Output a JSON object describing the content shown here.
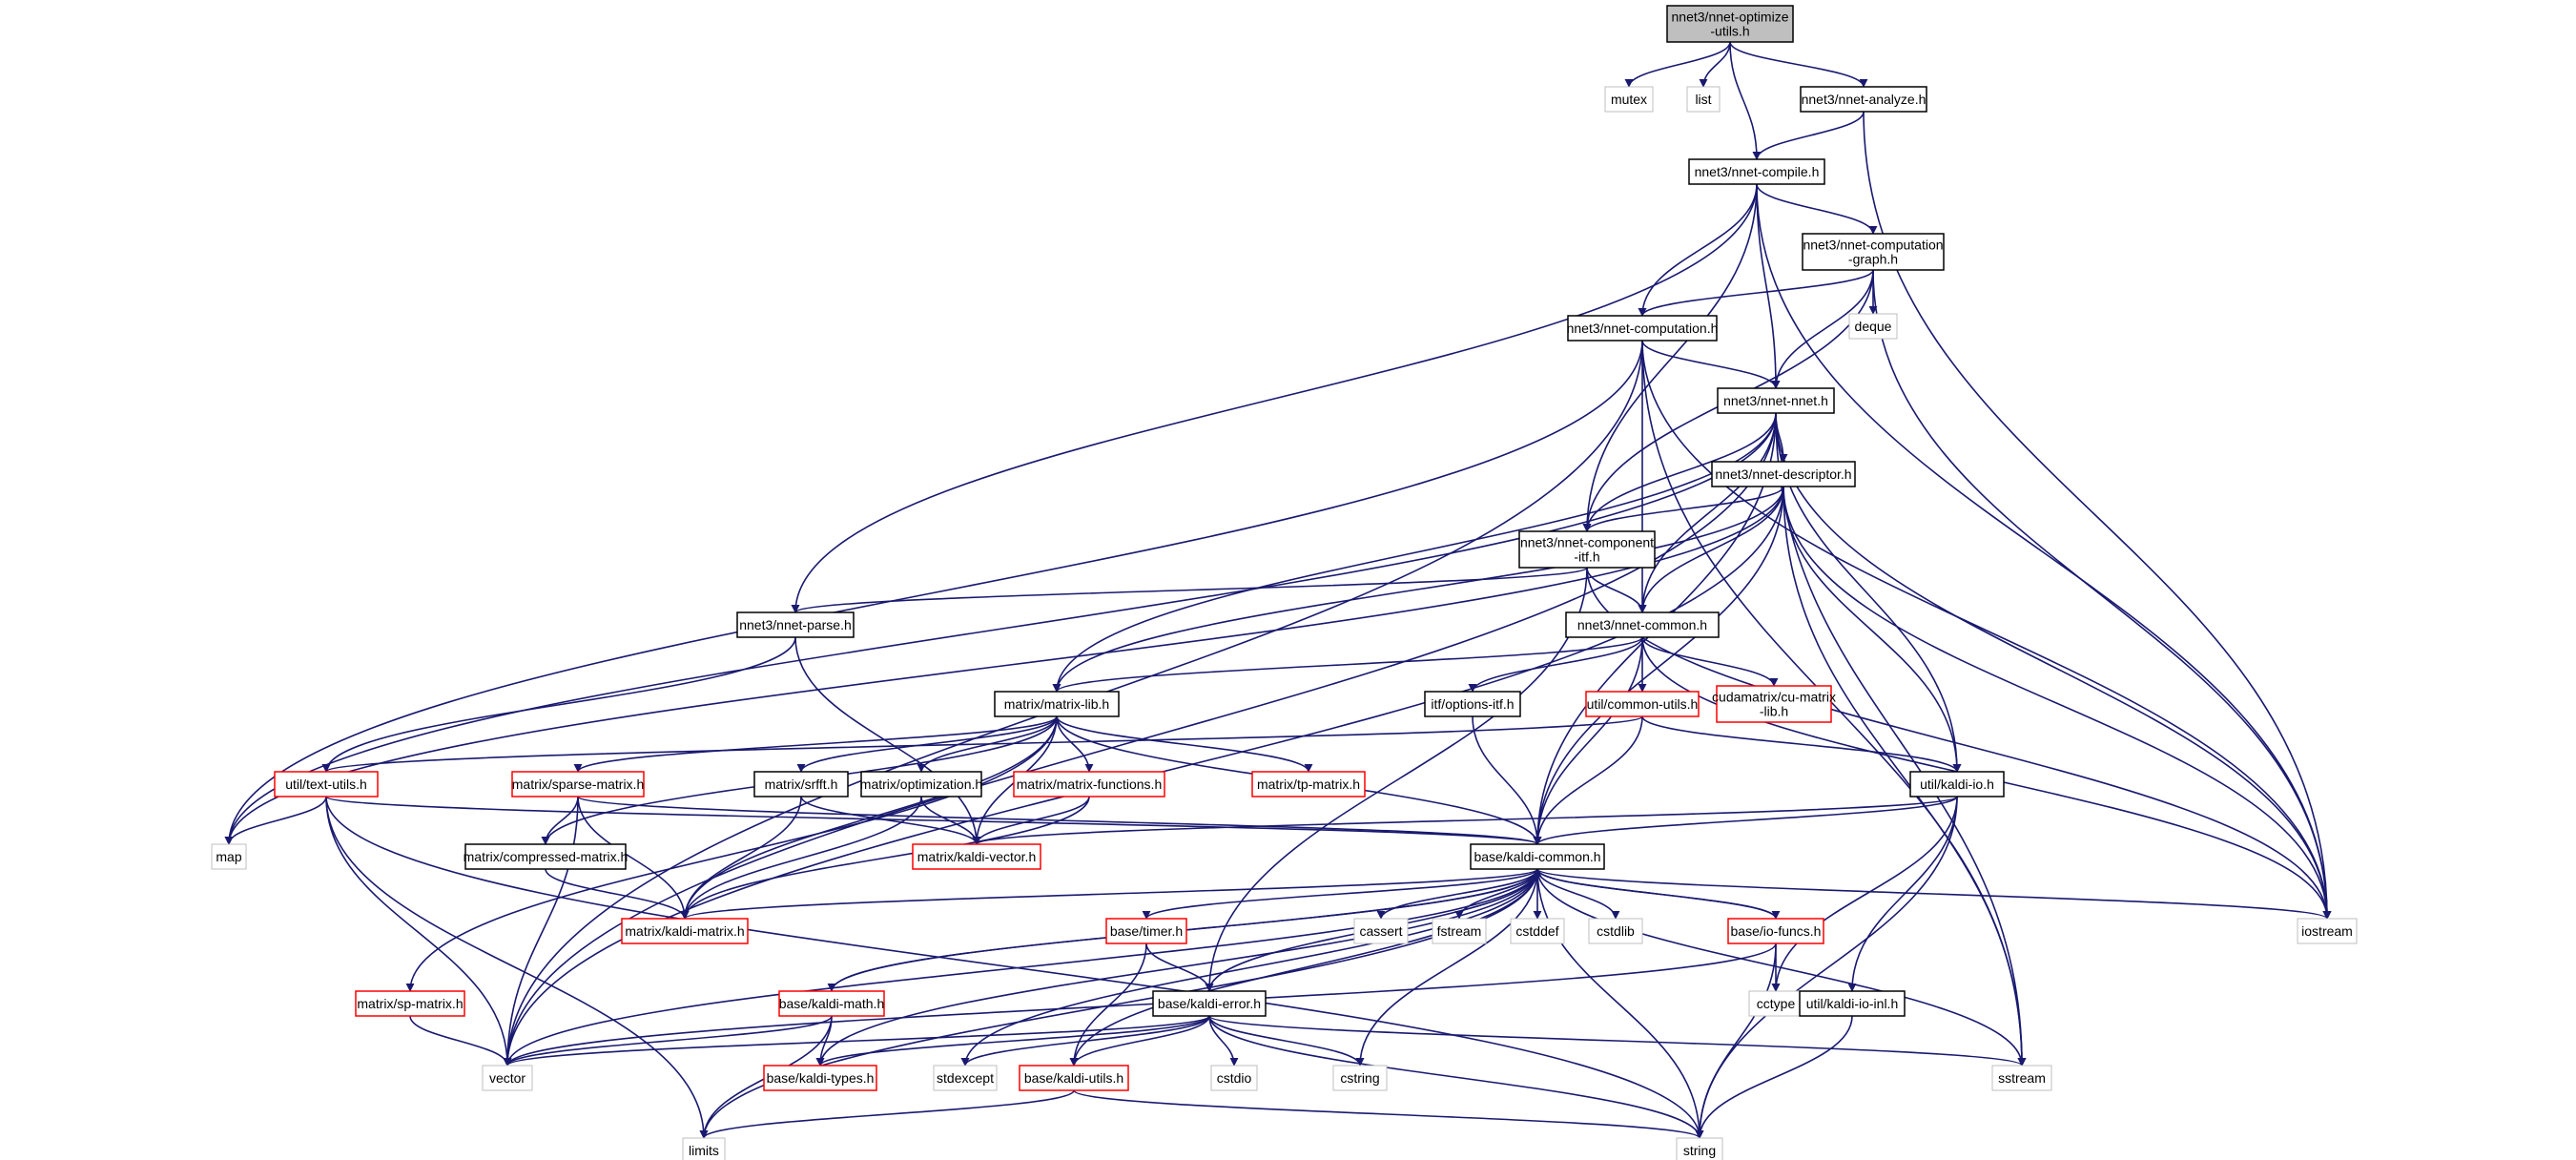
{
  "colors": {
    "edge": "#191970",
    "node_border_normal": "#000000",
    "node_border_truncated": "#ff0000",
    "node_border_external": "#bfbfbf",
    "root_fill": "#bfbfbf",
    "node_fill": "#ffffff"
  },
  "nodes": [
    {
      "id": "root",
      "lines": [
        "nnet3/nnet-optimize",
        "-utils.h"
      ],
      "kind": "root"
    },
    {
      "id": "mutex",
      "lines": [
        "mutex"
      ],
      "kind": "external"
    },
    {
      "id": "list",
      "lines": [
        "list"
      ],
      "kind": "external"
    },
    {
      "id": "analyze",
      "lines": [
        "nnet3/nnet-analyze.h"
      ],
      "kind": "normal"
    },
    {
      "id": "compile",
      "lines": [
        "nnet3/nnet-compile.h"
      ],
      "kind": "normal"
    },
    {
      "id": "compgraph",
      "lines": [
        "nnet3/nnet-computation",
        "-graph.h"
      ],
      "kind": "normal"
    },
    {
      "id": "deque",
      "lines": [
        "deque"
      ],
      "kind": "external"
    },
    {
      "id": "computation",
      "lines": [
        "nnet3/nnet-computation.h"
      ],
      "kind": "normal"
    },
    {
      "id": "nnet",
      "lines": [
        "nnet3/nnet-nnet.h"
      ],
      "kind": "normal"
    },
    {
      "id": "descriptor",
      "lines": [
        "nnet3/nnet-descriptor.h"
      ],
      "kind": "normal"
    },
    {
      "id": "compitf",
      "lines": [
        "nnet3/nnet-component",
        "-itf.h"
      ],
      "kind": "normal"
    },
    {
      "id": "parse",
      "lines": [
        "nnet3/nnet-parse.h"
      ],
      "kind": "normal"
    },
    {
      "id": "common",
      "lines": [
        "nnet3/nnet-common.h"
      ],
      "kind": "normal"
    },
    {
      "id": "matrixlib",
      "lines": [
        "matrix/matrix-lib.h"
      ],
      "kind": "normal"
    },
    {
      "id": "optionsitf",
      "lines": [
        "itf/options-itf.h"
      ],
      "kind": "normal"
    },
    {
      "id": "commonutils",
      "lines": [
        "util/common-utils.h"
      ],
      "kind": "truncated"
    },
    {
      "id": "cumatrixlib",
      "lines": [
        "cudamatrix/cu-matrix",
        "-lib.h"
      ],
      "kind": "truncated"
    },
    {
      "id": "textutils",
      "lines": [
        "util/text-utils.h"
      ],
      "kind": "truncated"
    },
    {
      "id": "sparsematrix",
      "lines": [
        "matrix/sparse-matrix.h"
      ],
      "kind": "truncated"
    },
    {
      "id": "srfft",
      "lines": [
        "matrix/srfft.h"
      ],
      "kind": "normal"
    },
    {
      "id": "optimization",
      "lines": [
        "matrix/optimization.h"
      ],
      "kind": "normal"
    },
    {
      "id": "matfunctions",
      "lines": [
        "matrix/matrix-functions.h"
      ],
      "kind": "truncated"
    },
    {
      "id": "tpmatrix",
      "lines": [
        "matrix/tp-matrix.h"
      ],
      "kind": "truncated"
    },
    {
      "id": "kaldiio",
      "lines": [
        "util/kaldi-io.h"
      ],
      "kind": "normal"
    },
    {
      "id": "map",
      "lines": [
        "map"
      ],
      "kind": "external"
    },
    {
      "id": "compressed",
      "lines": [
        "matrix/compressed-matrix.h"
      ],
      "kind": "normal"
    },
    {
      "id": "kaldivector",
      "lines": [
        "matrix/kaldi-vector.h"
      ],
      "kind": "truncated"
    },
    {
      "id": "kaldicommon",
      "lines": [
        "base/kaldi-common.h"
      ],
      "kind": "normal"
    },
    {
      "id": "kaldimatrix",
      "lines": [
        "matrix/kaldi-matrix.h"
      ],
      "kind": "truncated"
    },
    {
      "id": "iostream",
      "lines": [
        "iostream"
      ],
      "kind": "external"
    },
    {
      "id": "timer",
      "lines": [
        "base/timer.h"
      ],
      "kind": "truncated"
    },
    {
      "id": "cassert",
      "lines": [
        "cassert"
      ],
      "kind": "external"
    },
    {
      "id": "fstream",
      "lines": [
        "fstream"
      ],
      "kind": "external"
    },
    {
      "id": "cstddef",
      "lines": [
        "cstddef"
      ],
      "kind": "external"
    },
    {
      "id": "cstdlib",
      "lines": [
        "cstdlib"
      ],
      "kind": "external"
    },
    {
      "id": "iofuncs",
      "lines": [
        "base/io-funcs.h"
      ],
      "kind": "truncated"
    },
    {
      "id": "spmatrix",
      "lines": [
        "matrix/sp-matrix.h"
      ],
      "kind": "truncated"
    },
    {
      "id": "kaldimath",
      "lines": [
        "base/kaldi-math.h"
      ],
      "kind": "truncated"
    },
    {
      "id": "kaldierror",
      "lines": [
        "base/kaldi-error.h"
      ],
      "kind": "normal"
    },
    {
      "id": "cctype",
      "lines": [
        "cctype"
      ],
      "kind": "external"
    },
    {
      "id": "kaldiioinl",
      "lines": [
        "util/kaldi-io-inl.h"
      ],
      "kind": "normal"
    },
    {
      "id": "vector",
      "lines": [
        "vector"
      ],
      "kind": "external"
    },
    {
      "id": "kalditypes",
      "lines": [
        "base/kaldi-types.h"
      ],
      "kind": "truncated"
    },
    {
      "id": "stdexcept",
      "lines": [
        "stdexcept"
      ],
      "kind": "external"
    },
    {
      "id": "kaldiutils",
      "lines": [
        "base/kaldi-utils.h"
      ],
      "kind": "truncated"
    },
    {
      "id": "cstdio",
      "lines": [
        "cstdio"
      ],
      "kind": "external"
    },
    {
      "id": "cstring",
      "lines": [
        "cstring"
      ],
      "kind": "external"
    },
    {
      "id": "sstream",
      "lines": [
        "sstream"
      ],
      "kind": "external"
    },
    {
      "id": "limits",
      "lines": [
        "limits"
      ],
      "kind": "external"
    },
    {
      "id": "string",
      "lines": [
        "string"
      ],
      "kind": "external"
    }
  ],
  "edges": [
    [
      "root",
      "mutex"
    ],
    [
      "root",
      "list"
    ],
    [
      "root",
      "analyze"
    ],
    [
      "root",
      "compile"
    ],
    [
      "analyze",
      "compile"
    ],
    [
      "analyze",
      "iostream"
    ],
    [
      "compile",
      "compgraph"
    ],
    [
      "compile",
      "computation"
    ],
    [
      "compile",
      "nnet"
    ],
    [
      "compile",
      "compitf"
    ],
    [
      "compile",
      "parse"
    ],
    [
      "compile",
      "iostream"
    ],
    [
      "compgraph",
      "computation"
    ],
    [
      "compgraph",
      "nnet"
    ],
    [
      "compgraph",
      "compitf"
    ],
    [
      "compgraph",
      "deque"
    ],
    [
      "compgraph",
      "iostream"
    ],
    [
      "computation",
      "nnet"
    ],
    [
      "computation",
      "common"
    ],
    [
      "computation",
      "map"
    ],
    [
      "computation",
      "vector"
    ],
    [
      "computation",
      "iostream"
    ],
    [
      "computation",
      "sstream"
    ],
    [
      "nnet",
      "descriptor"
    ],
    [
      "nnet",
      "compitf"
    ],
    [
      "nnet",
      "common"
    ],
    [
      "nnet",
      "matrixlib"
    ],
    [
      "nnet",
      "kaldiio"
    ],
    [
      "nnet",
      "kaldicommon"
    ],
    [
      "nnet",
      "map"
    ],
    [
      "nnet",
      "vector"
    ],
    [
      "nnet",
      "iostream"
    ],
    [
      "nnet",
      "sstream"
    ],
    [
      "descriptor",
      "compitf"
    ],
    [
      "descriptor",
      "common"
    ],
    [
      "descriptor",
      "matrixlib"
    ],
    [
      "descriptor",
      "kaldiio"
    ],
    [
      "descriptor",
      "kaldicommon"
    ],
    [
      "descriptor",
      "map"
    ],
    [
      "descriptor",
      "vector"
    ],
    [
      "descriptor",
      "iostream"
    ],
    [
      "descriptor",
      "sstream"
    ],
    [
      "compitf",
      "parse"
    ],
    [
      "compitf",
      "common"
    ],
    [
      "compitf",
      "kaldierror"
    ],
    [
      "compitf",
      "iostream"
    ],
    [
      "parse",
      "textutils"
    ],
    [
      "parse",
      "kaldivector"
    ],
    [
      "common",
      "matrixlib"
    ],
    [
      "common",
      "optionsitf"
    ],
    [
      "common",
      "commonutils"
    ],
    [
      "common",
      "cumatrixlib"
    ],
    [
      "common",
      "kaldicommon"
    ],
    [
      "common",
      "iostream"
    ],
    [
      "commonutils",
      "textutils"
    ],
    [
      "commonutils",
      "kaldiio"
    ],
    [
      "commonutils",
      "kaldicommon"
    ],
    [
      "optionsitf",
      "kaldicommon"
    ],
    [
      "matrixlib",
      "sparsematrix"
    ],
    [
      "matrixlib",
      "srfft"
    ],
    [
      "matrixlib",
      "optimization"
    ],
    [
      "matrixlib",
      "matfunctions"
    ],
    [
      "matrixlib",
      "tpmatrix"
    ],
    [
      "matrixlib",
      "compressed"
    ],
    [
      "matrixlib",
      "kaldivector"
    ],
    [
      "matrixlib",
      "kaldimatrix"
    ],
    [
      "matrixlib",
      "spmatrix"
    ],
    [
      "matrixlib",
      "kaldicommon"
    ],
    [
      "textutils",
      "map"
    ],
    [
      "textutils",
      "vector"
    ],
    [
      "textutils",
      "limits"
    ],
    [
      "textutils",
      "string"
    ],
    [
      "textutils",
      "kaldicommon"
    ],
    [
      "sparsematrix",
      "compressed"
    ],
    [
      "sparsematrix",
      "kaldimatrix"
    ],
    [
      "sparsematrix",
      "vector"
    ],
    [
      "sparsematrix",
      "kaldicommon"
    ],
    [
      "srfft",
      "kaldivector"
    ],
    [
      "srfft",
      "kaldimatrix"
    ],
    [
      "optimization",
      "kaldivector"
    ],
    [
      "optimization",
      "kaldimatrix"
    ],
    [
      "matfunctions",
      "kaldivector"
    ],
    [
      "matfunctions",
      "kaldimatrix"
    ],
    [
      "compressed",
      "kaldimatrix"
    ],
    [
      "spmatrix",
      "vector"
    ],
    [
      "kaldiio",
      "kaldicommon"
    ],
    [
      "kaldiio",
      "kaldiioinl"
    ],
    [
      "kaldiio",
      "cctype"
    ],
    [
      "kaldiio",
      "string"
    ],
    [
      "kaldiio",
      "kaldivector"
    ],
    [
      "kaldiioinl",
      "string"
    ],
    [
      "kaldicommon",
      "kaldimatrix"
    ],
    [
      "kaldicommon",
      "timer"
    ],
    [
      "kaldicommon",
      "cassert"
    ],
    [
      "kaldicommon",
      "fstream"
    ],
    [
      "kaldicommon",
      "cstddef"
    ],
    [
      "kaldicommon",
      "cstdlib"
    ],
    [
      "kaldicommon",
      "iofuncs"
    ],
    [
      "kaldicommon",
      "iostream"
    ],
    [
      "kaldicommon",
      "kaldimath"
    ],
    [
      "kaldicommon",
      "kaldierror"
    ],
    [
      "kaldicommon",
      "kaldiutils"
    ],
    [
      "kaldicommon",
      "kalditypes"
    ],
    [
      "kaldicommon",
      "stdexcept"
    ],
    [
      "kaldicommon",
      "cstring"
    ],
    [
      "kaldicommon",
      "sstream"
    ],
    [
      "kaldicommon",
      "string"
    ],
    [
      "kaldicommon",
      "vector"
    ],
    [
      "kaldicommon",
      "limits"
    ],
    [
      "timer",
      "kaldierror"
    ],
    [
      "timer",
      "kaldiutils"
    ],
    [
      "iofuncs",
      "kaldicommon"
    ],
    [
      "iofuncs",
      "cctype"
    ],
    [
      "iofuncs",
      "string"
    ],
    [
      "iofuncs",
      "vector"
    ],
    [
      "kaldimath",
      "kaldicommon"
    ],
    [
      "kaldimath",
      "kalditypes"
    ],
    [
      "kaldimath",
      "vector"
    ],
    [
      "kaldimath",
      "limits"
    ],
    [
      "kaldierror",
      "vector"
    ],
    [
      "kaldierror",
      "kalditypes"
    ],
    [
      "kaldierror",
      "stdexcept"
    ],
    [
      "kaldierror",
      "kaldiutils"
    ],
    [
      "kaldierror",
      "cstdio"
    ],
    [
      "kaldierror",
      "cstring"
    ],
    [
      "kaldierror",
      "sstream"
    ],
    [
      "kaldierror",
      "string"
    ],
    [
      "kaldiutils",
      "limits"
    ],
    [
      "kaldiutils",
      "string"
    ]
  ]
}
